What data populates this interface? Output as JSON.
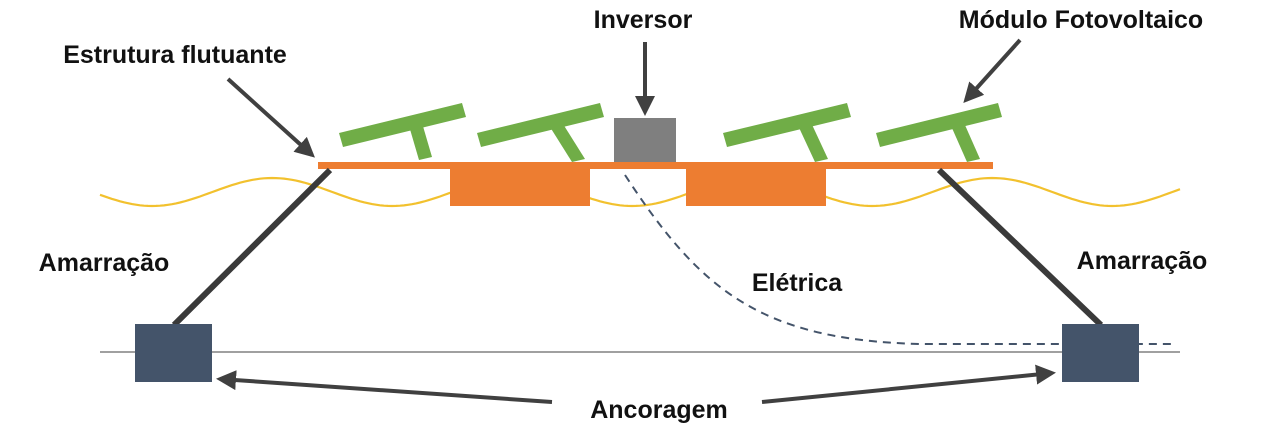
{
  "labels": {
    "inverter": "Inversor",
    "pv_module": "Módulo Fotovoltaico",
    "floating_structure": "Estrutura flutuante",
    "mooring_left": "Amarração",
    "mooring_right": "Amarração",
    "electrical": "Elétrica",
    "anchoring": "Ancoragem"
  },
  "colors": {
    "panel": "#70ad47",
    "platform": "#ed7d31",
    "water_line": "#f2c12e",
    "inverter": "#7f7f7f",
    "anchor": "#44546a",
    "mooring_line": "#3a3a3a",
    "arrow": "#404040",
    "cable": "#44546a",
    "seabed": "#808080"
  }
}
